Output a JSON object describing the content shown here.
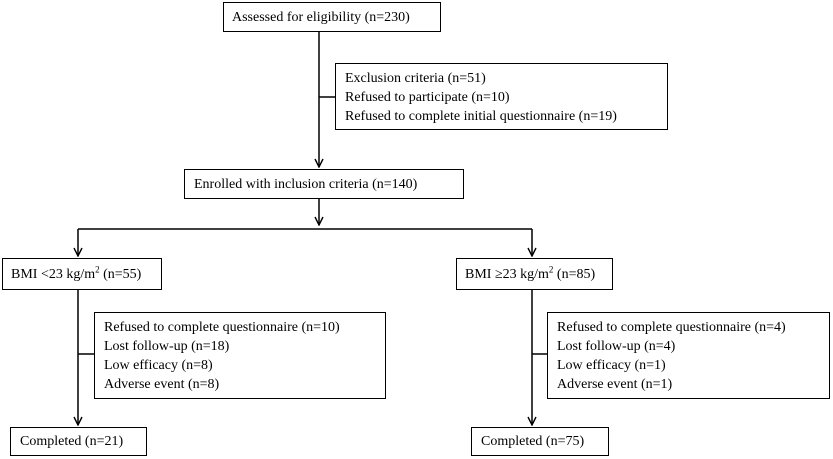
{
  "flowchart": {
    "assessed": {
      "label": "Assessed for eligibility  (n=230)"
    },
    "exclusion": {
      "lines": [
        "Exclusion criteria  (n=51)",
        "Refused to participate (n=10)",
        "Refused to complete initial  questionnaire (n=19)"
      ]
    },
    "enrolled": {
      "label": "Enrolled with inclusion  criteria  (n=140)"
    },
    "left_group": {
      "label_prefix": "BMI <23 kg/m",
      "superscript": "2",
      "label_suffix": " (n=55)",
      "dropouts": [
        "Refused to complete questionnaire  (n=10)",
        "Lost follow-up (n=18)",
        "Low efficacy (n=8)",
        "Adverse event (n=8)"
      ],
      "completed": "Completed (n=21)"
    },
    "right_group": {
      "label_prefix": "BMI ≥23 kg/m",
      "superscript": "2",
      "label_suffix": " (n=85)",
      "dropouts": [
        "Refused to complete questionnaire (n=4)",
        "Lost follow-up (n=4)",
        "Low efficacy (n=1)",
        "Adverse event (n=1)"
      ],
      "completed": "Completed (n=75)"
    }
  }
}
